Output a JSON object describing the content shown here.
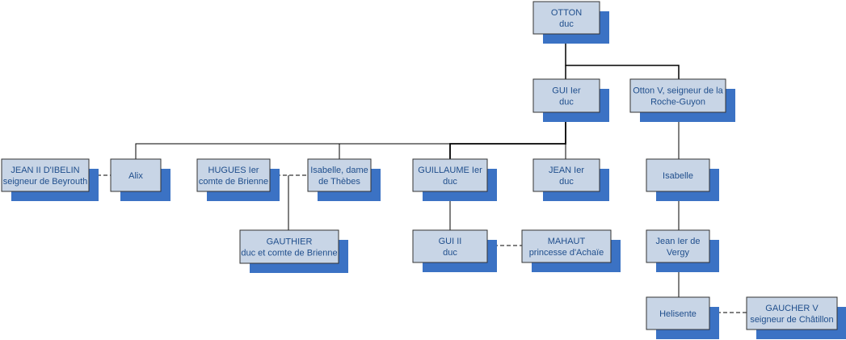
{
  "colors": {
    "box_fill": "#c8d5e6",
    "shadow": "#3b72c4",
    "text": "#1f4e8c",
    "line": "#000000"
  },
  "nodes": {
    "otton": {
      "line1": "OTTON",
      "line2": "duc"
    },
    "gui1": {
      "line1": "GUI Ier",
      "line2": "duc"
    },
    "otton5": {
      "line1": "Otton V, seigneur de la",
      "line2": "Roche-Guyon"
    },
    "jean_ibelin": {
      "line1": "JEAN II D'IBELIN",
      "line2": "seigneur de Beyrouth"
    },
    "alix": {
      "line1": "Alix",
      "line2": ""
    },
    "hugues": {
      "line1": "HUGUES Ier",
      "line2": "comte de Brienne"
    },
    "isabelle_thebes": {
      "line1": "Isabelle, dame",
      "line2": "de Thèbes"
    },
    "guillaume": {
      "line1": "GUILLAUME Ier",
      "line2": "duc"
    },
    "jean1": {
      "line1": "JEAN Ier",
      "line2": "duc"
    },
    "isabelle": {
      "line1": "Isabelle",
      "line2": ""
    },
    "gauthier": {
      "line1": "GAUTHIER",
      "line2": "duc et comte de Brienne"
    },
    "gui2": {
      "line1": "GUI II",
      "line2": "duc"
    },
    "mahaut": {
      "line1": "MAHAUT",
      "line2": "princesse d'Achaïe"
    },
    "jean_vergy": {
      "line1": "Jean Ier de",
      "line2": "Vergy"
    },
    "helisente": {
      "line1": "Helisente",
      "line2": ""
    },
    "gaucher": {
      "line1": "GAUCHER V",
      "line2": "seigneur de Châtillon"
    }
  }
}
